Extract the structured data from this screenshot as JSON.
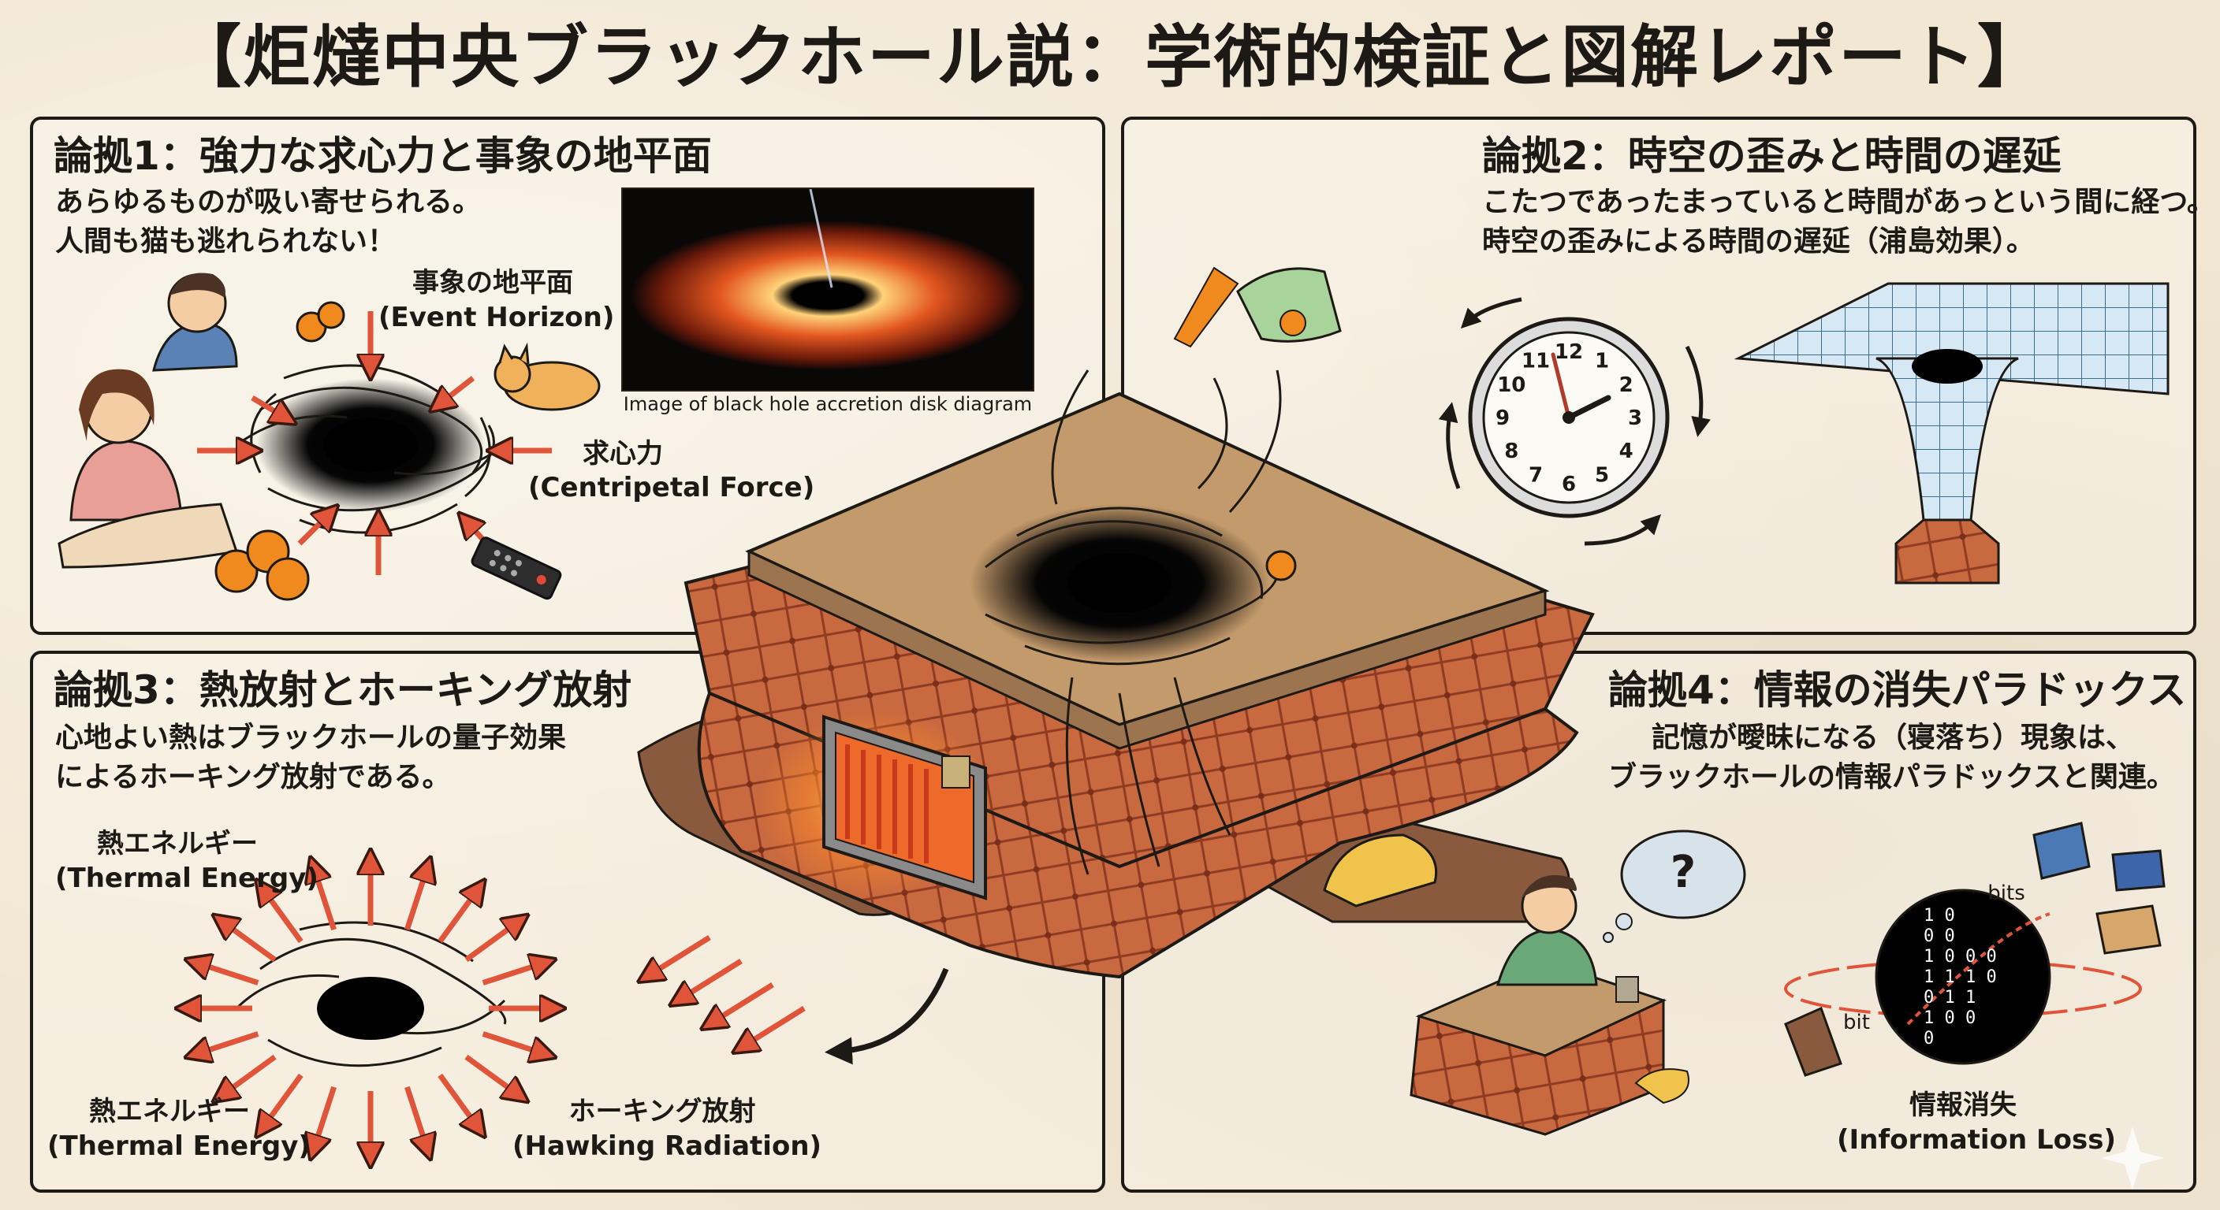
{
  "title": "【炬燵中央ブラックホール説：学術的検証と図解レポート】",
  "panel1": {
    "heading": "論拠1：強力な求心力と事象の地平面",
    "line1": "あらゆるものが吸い寄せられる。",
    "line2": "人間も猫も逃れられない！",
    "horizon_jp": "事象の地平面",
    "horizon_en": "(Event Horizon)",
    "force_jp": "求心力",
    "force_en": "(Centripetal Force)",
    "caption": "Image of black hole accretion disk diagram"
  },
  "panel2": {
    "heading": "論拠2：時空の歪みと時間の遅延",
    "line1": "こたつであったまっていると時間があっという間に経つ。",
    "line2": "時空の歪みによる時間の遅延（浦島効果）。",
    "clock_numbers": [
      "12",
      "1",
      "2",
      "3",
      "4",
      "5",
      "6",
      "7",
      "8",
      "9",
      "10",
      "11"
    ]
  },
  "panel3": {
    "heading": "論拠3：熱放射とホーキング放射",
    "line1": "心地よい熱はブラックホールの量子効果",
    "line2": "によるホーキング放射である。",
    "thermal_jp_top": "熱エネルギー",
    "thermal_en_top": "(Thermal Energy)",
    "thermal_jp_bottom": "熱エネルギー",
    "thermal_en_bottom": "(Thermal Energy)",
    "hawking_jp": "ホーキング放射",
    "hawking_en": "(Hawking Radiation)"
  },
  "panel4": {
    "heading": "論拠4：情報の消失パラドックス",
    "line1": "記憶が曖昧になる（寝落ち）現象は、",
    "line2": "ブラックホールの情報パラドックスと関連。",
    "question": "?",
    "bits_label": "bits",
    "bit_label": "bit",
    "binary": [
      "1 0",
      "0 0",
      "1 0 0 0",
      "1 1 1 0",
      "0 1 1",
      "1 0 0",
      "0"
    ],
    "loss_jp": "情報消失",
    "loss_en": "(Information Loss)"
  },
  "colors": {
    "quilt": "#c8693f",
    "quilt_dark": "#8e3b22",
    "tabletop": "#c39a6b",
    "arrow": "#e0553a",
    "paper": "#f1e7d3"
  }
}
